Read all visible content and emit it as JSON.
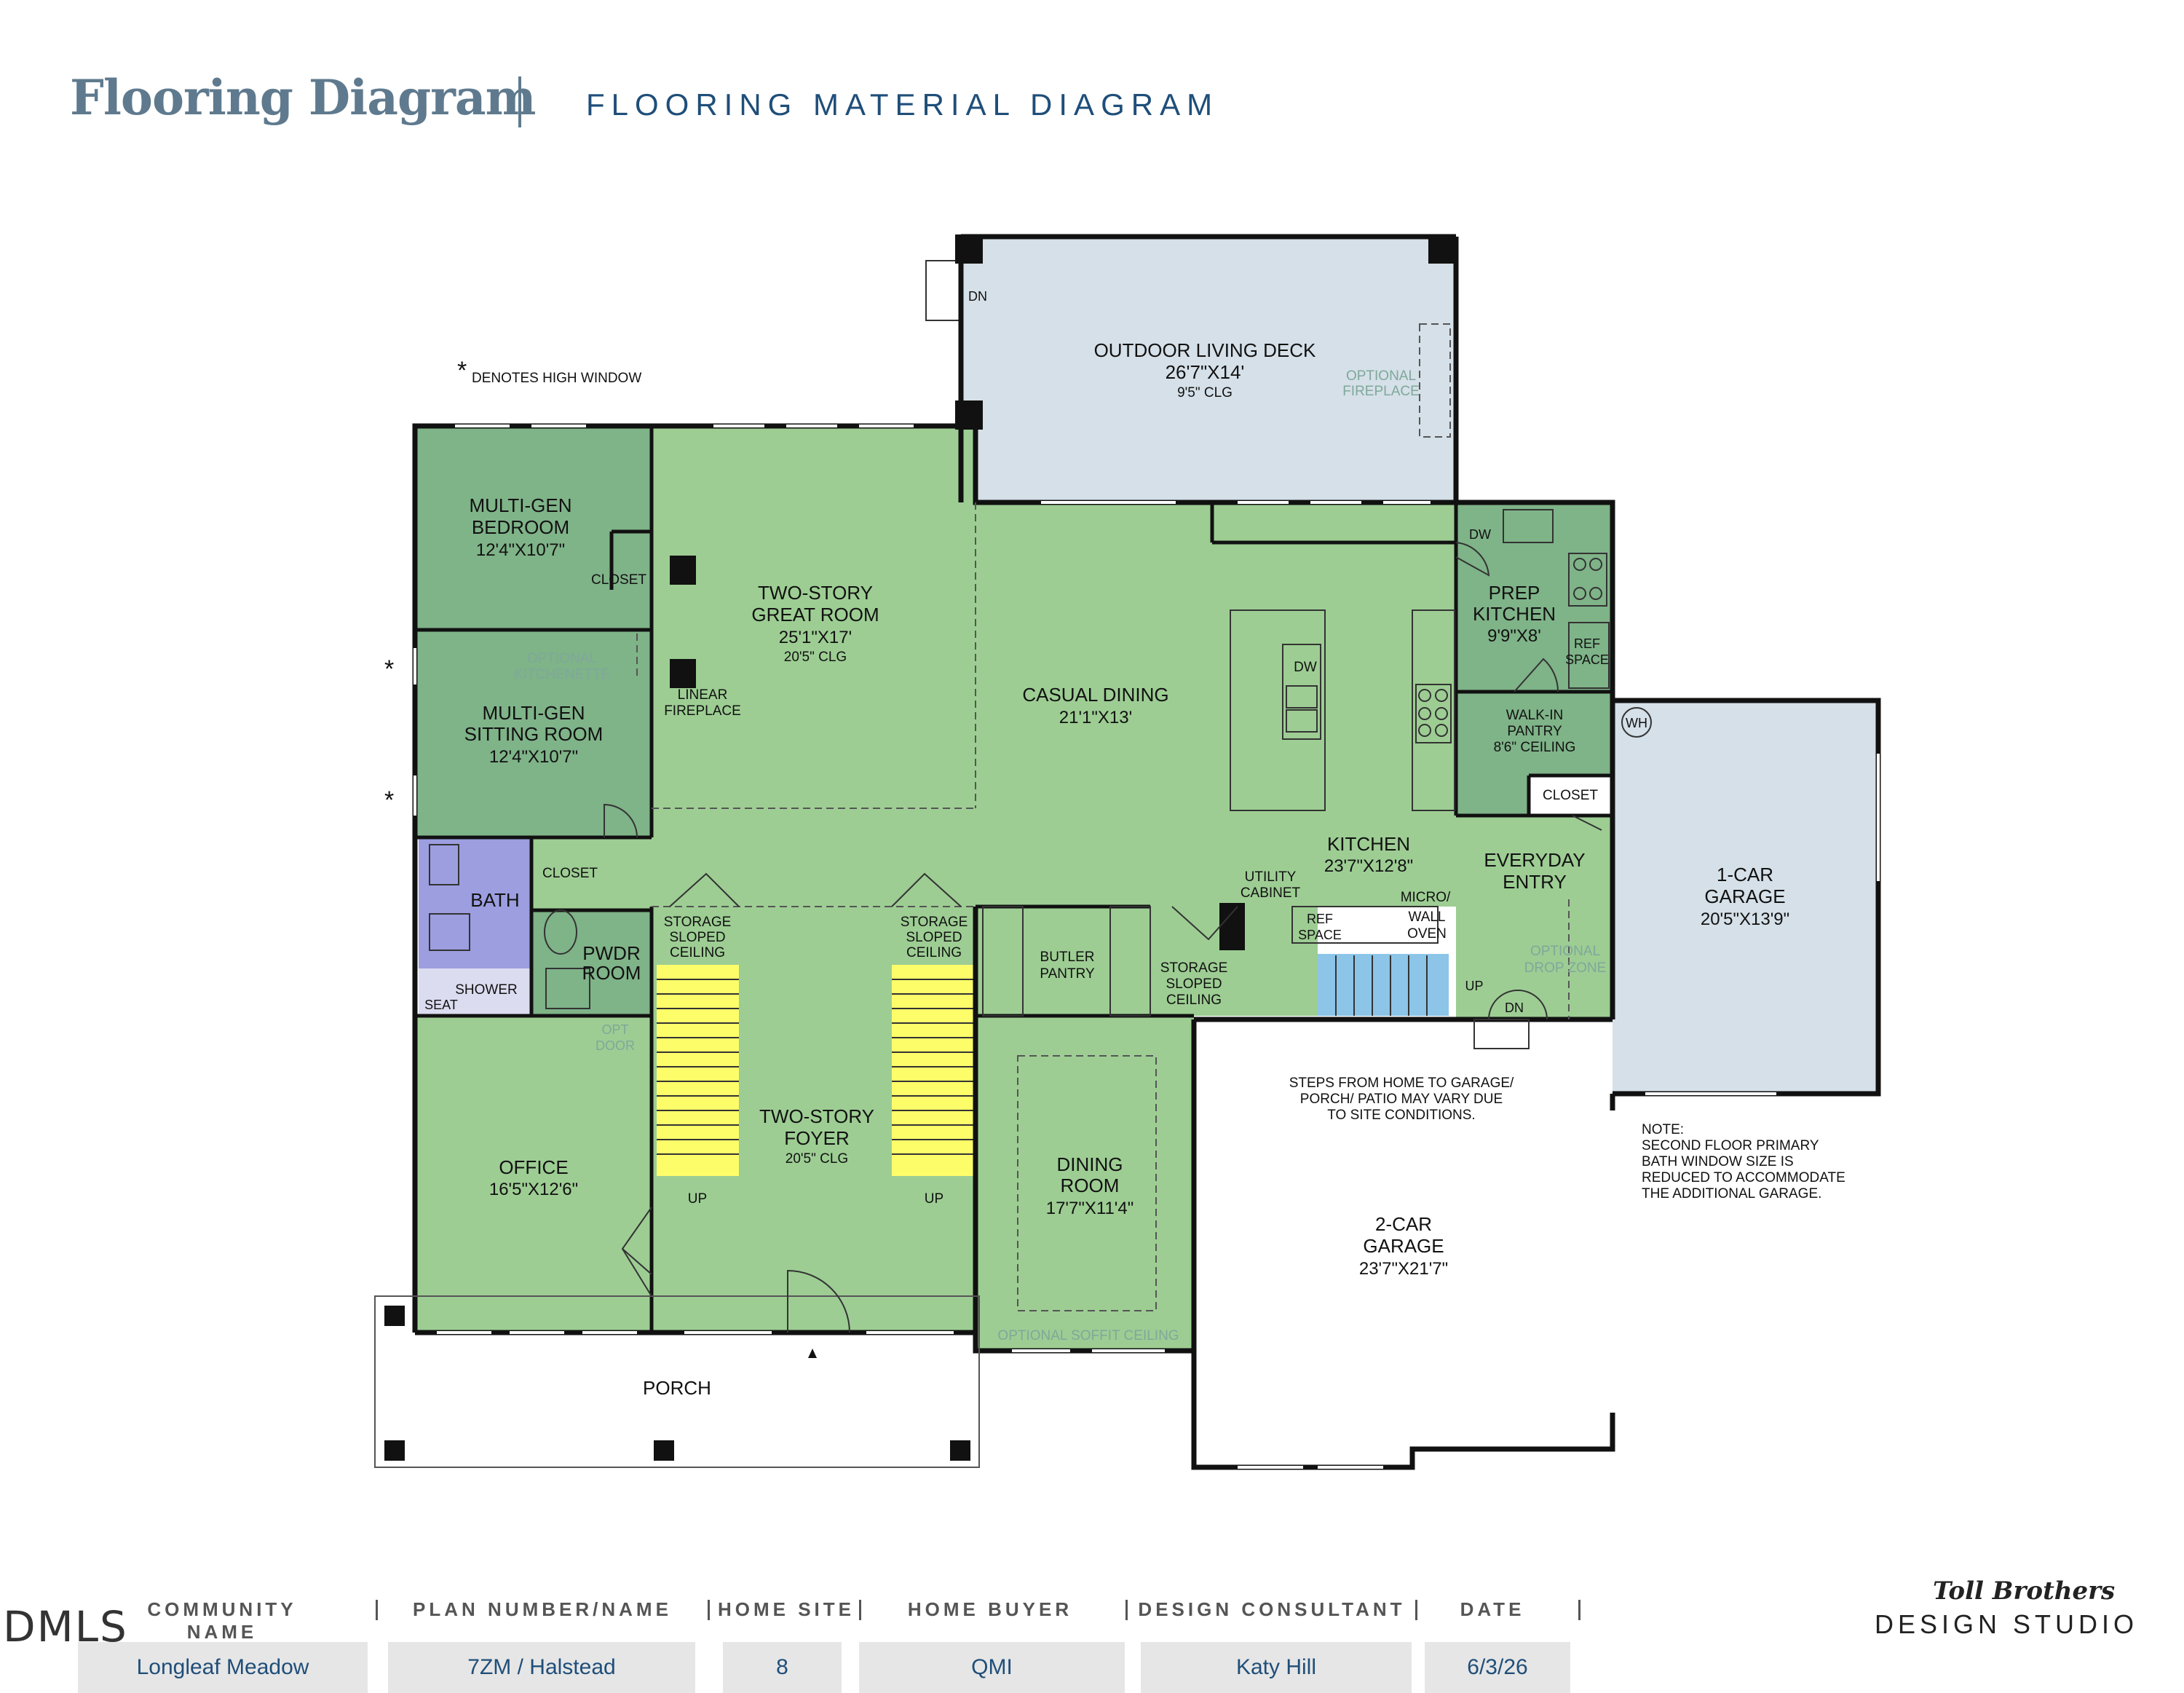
{
  "header": {
    "title": "Flooring Diagram",
    "subtitle": "FLOORING MATERIAL DIAGRAM"
  },
  "legend": {
    "star": "*",
    "high_window": "DENOTES HIGH WINDOW"
  },
  "colors": {
    "dark_green": "#7fb388",
    "light_green": "#9dcd93",
    "gray_blue": "#d5e0e8",
    "purple": "#9c9ee0",
    "yellow": "#fdfd6a",
    "blue": "#8cc5e8",
    "wall": "#111111"
  },
  "rooms": {
    "deck": {
      "name": "OUTDOOR LIVING DECK",
      "dims": "26'7\"X14'",
      "clg": "9'5\" CLG",
      "opt1": "OPTIONAL",
      "opt2": "FIREPLACE",
      "dn": "DN"
    },
    "mg_bed": {
      "l1": "MULTI-GEN",
      "l2": "BEDROOM",
      "dims": "12'4\"X10'7\"",
      "closet": "CLOSET"
    },
    "mg_sit": {
      "l1": "MULTI-GEN",
      "l2": "SITTING ROOM",
      "dims": "12'4\"X10'7\"",
      "opt1": "OPTIONAL",
      "opt2": "KITCHENETTE"
    },
    "great": {
      "l1": "TWO-STORY",
      "l2": "GREAT ROOM",
      "dims": "25'1\"X17'",
      "clg": "20'5\" CLG",
      "fp1": "LINEAR",
      "fp2": "FIREPLACE"
    },
    "casual": {
      "name": "CASUAL DINING",
      "dims": "21'1\"X13'"
    },
    "kitchen": {
      "name": "KITCHEN",
      "dims": "23'7\"X12'8\"",
      "dw": "DW",
      "util1": "UTILITY",
      "util2": "CABINET",
      "ref1": "REF",
      "ref2": "SPACE",
      "micro": "MICRO/",
      "wall1": "WALL",
      "wall2": "OVEN"
    },
    "prep": {
      "l1": "PREP",
      "l2": "KITCHEN",
      "dims": "9'9\"X8'",
      "dw": "DW",
      "ref1": "REF",
      "ref2": "SPACE"
    },
    "pantry": {
      "l1": "WALK-IN",
      "l2": "PANTRY",
      "l3": "8'6\" CEILING"
    },
    "wh": "WH",
    "closet2": "CLOSET",
    "entry": {
      "l1": "EVERYDAY",
      "l2": "ENTRY",
      "opt1": "OPTIONAL",
      "opt2": "DROP ZONE",
      "up": "UP",
      "dn": "DN"
    },
    "garage1": {
      "l1": "1-CAR",
      "l2": "GARAGE",
      "dims": "20'5\"X13'9\""
    },
    "bath": {
      "name": "BATH",
      "shower": "SHOWER",
      "seat": "SEAT"
    },
    "closet3": "CLOSET",
    "pwdr": {
      "l1": "PWDR",
      "l2": "ROOM",
      "opt1": "OPT",
      "opt2": "DOOR"
    },
    "storage": {
      "l1": "STORAGE",
      "l2": "SLOPED",
      "l3": "CEILING"
    },
    "butler": {
      "l1": "BUTLER",
      "l2": "PANTRY"
    },
    "foyer": {
      "l1": "TWO-STORY",
      "l2": "FOYER",
      "clg": "20'5\" CLG",
      "up": "UP"
    },
    "office": {
      "name": "OFFICE",
      "dims": "16'5\"X12'6\""
    },
    "dining": {
      "l1": "DINING",
      "l2": "ROOM",
      "dims": "17'7\"X11'4\"",
      "opt": "OPTIONAL SOFFIT CEILING"
    },
    "garage2": {
      "l1": "2-CAR",
      "l2": "GARAGE",
      "dims": "23'7\"X21'7\""
    },
    "porch": "PORCH",
    "steps": {
      "l1": "STEPS FROM HOME TO GARAGE/",
      "l2": "PORCH/ PATIO MAY VARY DUE",
      "l3": "TO SITE CONDITIONS."
    },
    "note": {
      "l1": "NOTE:",
      "l2": "SECOND FLOOR PRIMARY",
      "l3": "BATH WINDOW SIZE IS",
      "l4": "REDUCED TO ACCOMMODATE",
      "l5": "THE ADDITIONAL GARAGE."
    }
  },
  "footer": {
    "fields": [
      {
        "label": "COMMUNITY NAME",
        "value": "Longleaf Meadow"
      },
      {
        "label": "PLAN NUMBER/NAME",
        "value": "7ZM / Halstead"
      },
      {
        "label": "HOME SITE",
        "value": "8"
      },
      {
        "label": "HOME BUYER",
        "value": "QMI"
      },
      {
        "label": "DESIGN CONSULTANT",
        "value": "Katy Hill"
      },
      {
        "label": "DATE",
        "value": "6/3/26"
      }
    ],
    "separator": "|",
    "brand_line1": "Toll Brothers",
    "brand_line2": "DESIGN STUDIO",
    "watermark": "DMLS"
  }
}
